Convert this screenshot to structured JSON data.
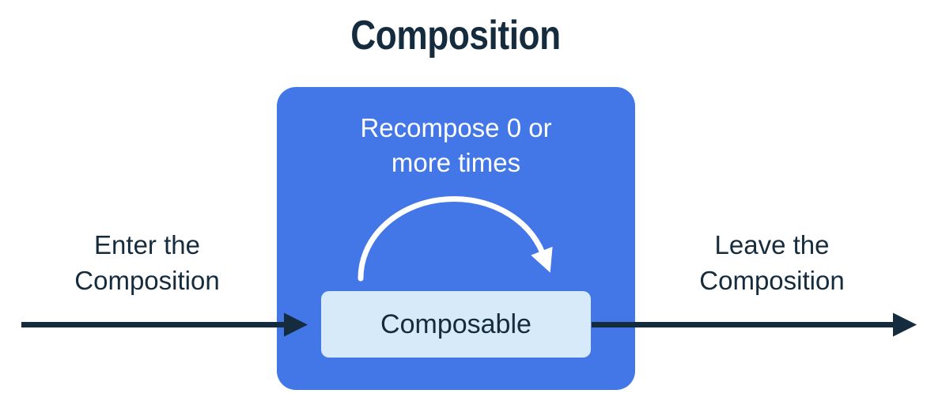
{
  "diagram": {
    "title": "Composition",
    "composition_box": {
      "recompose_label": "Recompose 0 or more times",
      "composable_label": "Composable"
    },
    "enter_label": "Enter the Composition",
    "leave_label": "Leave the Composition",
    "icons": {
      "enter_arrow": "right-arrow-icon",
      "leave_arrow": "right-arrow-icon",
      "recompose_arc": "curved-loop-arrow-icon"
    },
    "colors": {
      "box_blue": "#4377e8",
      "box_light": "#d6eafa",
      "ink": "#142c3d",
      "arc_white": "#ffffff"
    }
  }
}
